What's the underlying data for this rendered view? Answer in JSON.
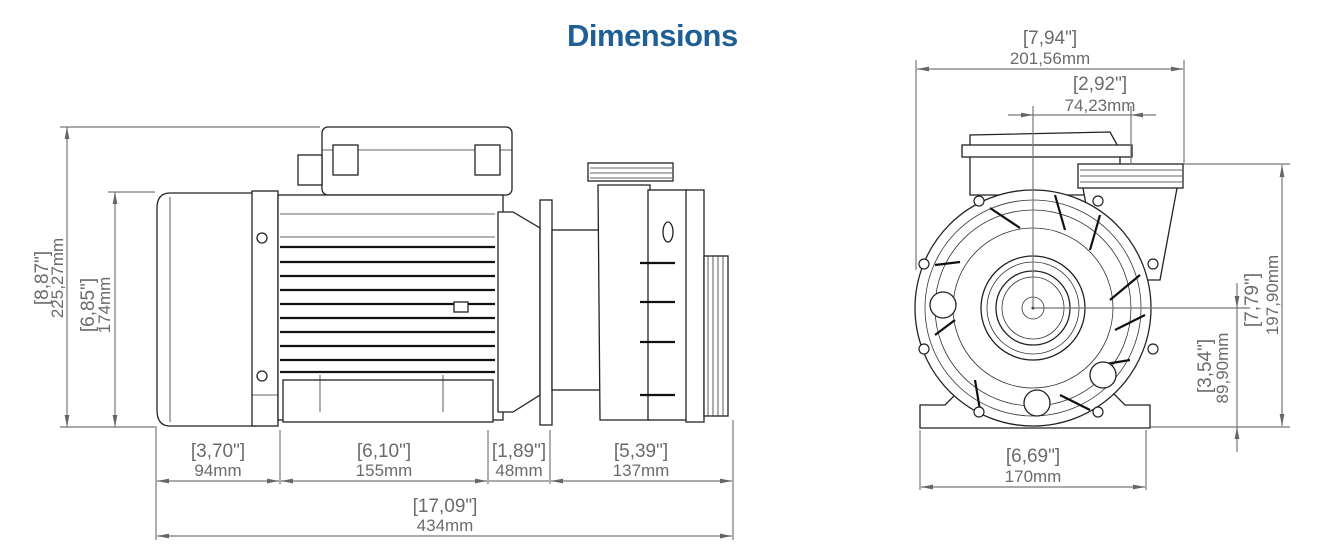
{
  "title": "Dimensions",
  "colors": {
    "title": "#1f5f96",
    "dimension_text": "#6b6b6b",
    "dimension_line": "#777777",
    "outline": "#222222"
  },
  "side_view": {
    "overall_height": {
      "inch": "[8,87\"]",
      "mm": "225,27mm"
    },
    "motor_height": {
      "inch": "[6,85\"]",
      "mm": "174mm"
    },
    "segments": [
      {
        "inch": "[3,70\"]",
        "mm": "94mm"
      },
      {
        "inch": "[6,10\"]",
        "mm": "155mm"
      },
      {
        "inch": "[1,89\"]",
        "mm": "48mm"
      },
      {
        "inch": "[5,39\"]",
        "mm": "137mm"
      }
    ],
    "overall_length": {
      "inch": "[17,09\"]",
      "mm": "434mm"
    }
  },
  "front_view": {
    "overall_width": {
      "inch": "[7,94\"]",
      "mm": "201,56mm"
    },
    "outlet_offset": {
      "inch": "[2,92\"]",
      "mm": "74,23mm"
    },
    "outlet_height": {
      "inch": "[7,79\"]",
      "mm": "197,90mm"
    },
    "shaft_height": {
      "inch": "[3,54\"]",
      "mm": "89,90mm"
    },
    "base_width": {
      "inch": "[6,69\"]",
      "mm": "170mm"
    }
  }
}
